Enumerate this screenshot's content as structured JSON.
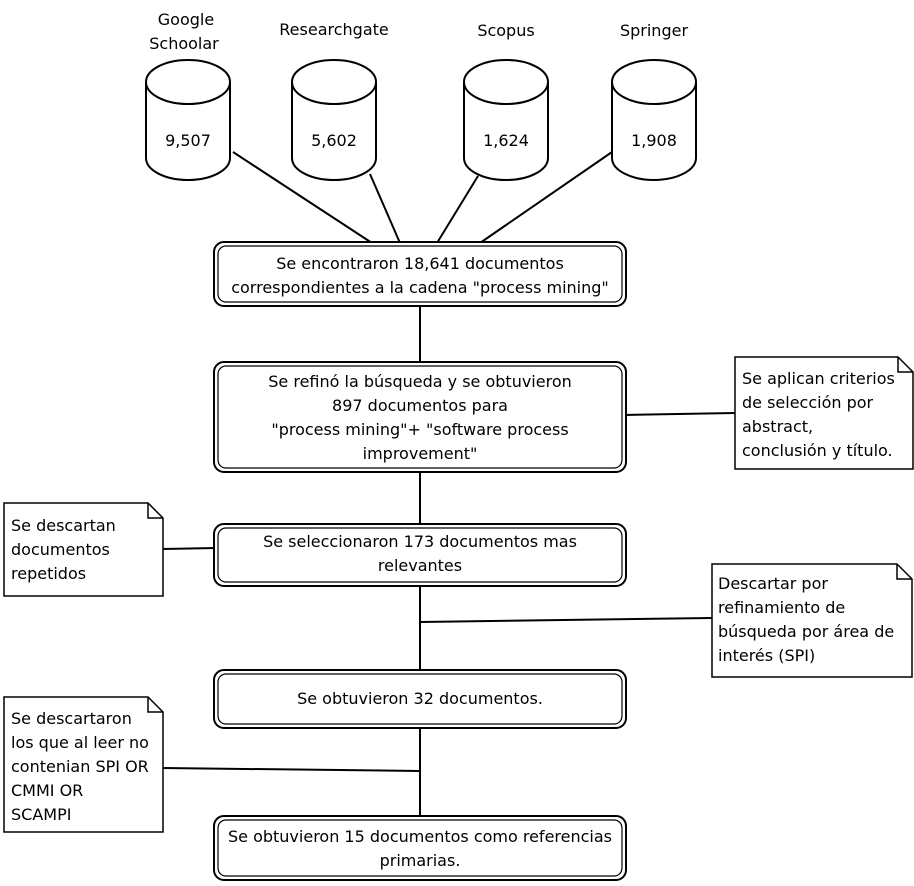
{
  "sources": [
    {
      "name": [
        "Google",
        "Schoolar"
      ],
      "count": "9,507"
    },
    {
      "name": [
        "Researchgate"
      ],
      "count": "5,602"
    },
    {
      "name": [
        "Scopus"
      ],
      "count": "1,624"
    },
    {
      "name": [
        "Springer"
      ],
      "count": "1,908"
    }
  ],
  "steps": [
    [
      "Se encontraron 18,641 documentos",
      "correspondientes a la cadena \"process mining\""
    ],
    [
      "Se refinó la búsqueda y se obtuvieron",
      "897 documentos para",
      "\"process mining\"+ \"software process",
      "improvement\""
    ],
    [
      "Se seleccionaron 173 documentos mas",
      "relevantes"
    ],
    [
      "Se obtuvieron 32 documentos."
    ],
    [
      "Se obtuvieron 15 documentos como referencias",
      "primarias."
    ]
  ],
  "notes": [
    [
      "Se aplican criterios",
      "de selección por",
      "abstract,",
      "conclusión y título."
    ],
    [
      "Se descartan",
      "documentos",
      "repetidos"
    ],
    [
      "Descartar por",
      "refinamiento de",
      "búsqueda por área de",
      "interés (SPI)"
    ],
    [
      "Se descartaron",
      "los que al leer no",
      "contenian SPI OR",
      "CMMI OR",
      "SCAMPI"
    ]
  ]
}
